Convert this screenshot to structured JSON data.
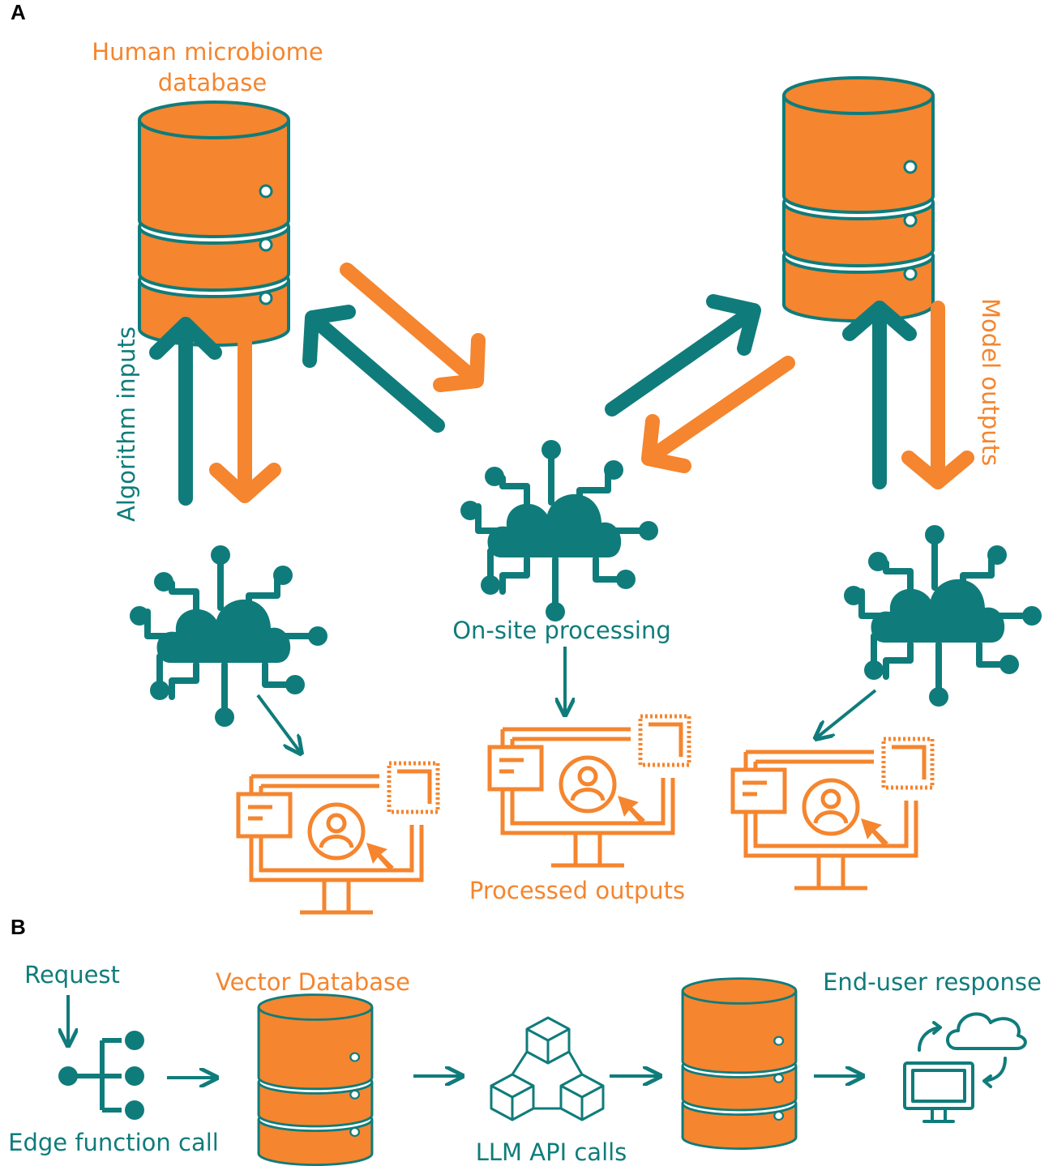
{
  "panels": {
    "a": "A",
    "b": "B"
  },
  "colors": {
    "teal": "#0f7c7b",
    "orange": "#f5852e",
    "white": "#ffffff"
  },
  "panel_a": {
    "db_left_label_line1": "Human microbiome",
    "db_left_label_line2": "database",
    "algorithm_inputs": "Algorithm inputs",
    "model_outputs": "Model outputs",
    "on_site_processing": "On-site processing",
    "processed_outputs": "Processed outputs"
  },
  "panel_b": {
    "request": "Request",
    "edge_function_call": "Edge function call",
    "vector_database": "Vector Database",
    "llm_api_calls": "LLM API calls",
    "end_user_response": "End-user response"
  },
  "icons": [
    "database-icon",
    "cloud-network-icon",
    "monitor-user-icon",
    "edge-function-icon",
    "cubes-icon",
    "cloud-sync-icon"
  ]
}
